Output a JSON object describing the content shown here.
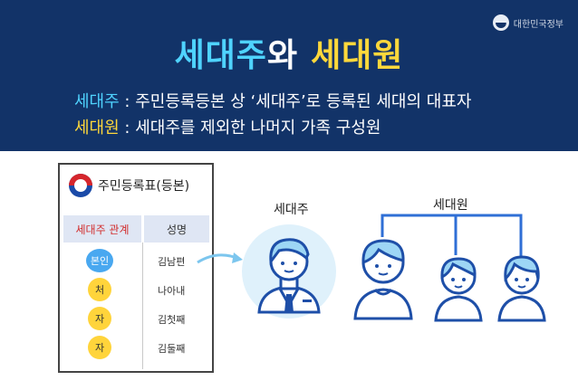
{
  "header": {
    "logo_text": "대한민국정부",
    "title_part1": "세대주",
    "title_part2": "와",
    "title_part3": "세대원",
    "definitions": [
      {
        "term": "세대주",
        "text": " : 주민등록등본 상 ‘세대주’로 등록된 세대의 대표자"
      },
      {
        "term": "세대원",
        "text": " : 세대주를 제외한 나머지 가족 구성원"
      }
    ]
  },
  "register_card": {
    "title": "주민등록표(등본)",
    "col_relation": "세대주 관계",
    "col_name": "성명",
    "rows": [
      {
        "relation": "본인",
        "name": "김남편"
      },
      {
        "relation": "처",
        "name": "나아내"
      },
      {
        "relation": "자",
        "name": "김첫째"
      },
      {
        "relation": "자",
        "name": "김둘째"
      }
    ]
  },
  "diagram": {
    "head_label": "세대주",
    "members_label": "세대원"
  },
  "colors": {
    "banner": "#123368",
    "title_cyan": "#4fd3ff",
    "title_yellow": "#ffd83b",
    "line_blue": "#2f6fd6",
    "self_badge": "#49a8f0",
    "family_badge": "#ffd43b"
  }
}
